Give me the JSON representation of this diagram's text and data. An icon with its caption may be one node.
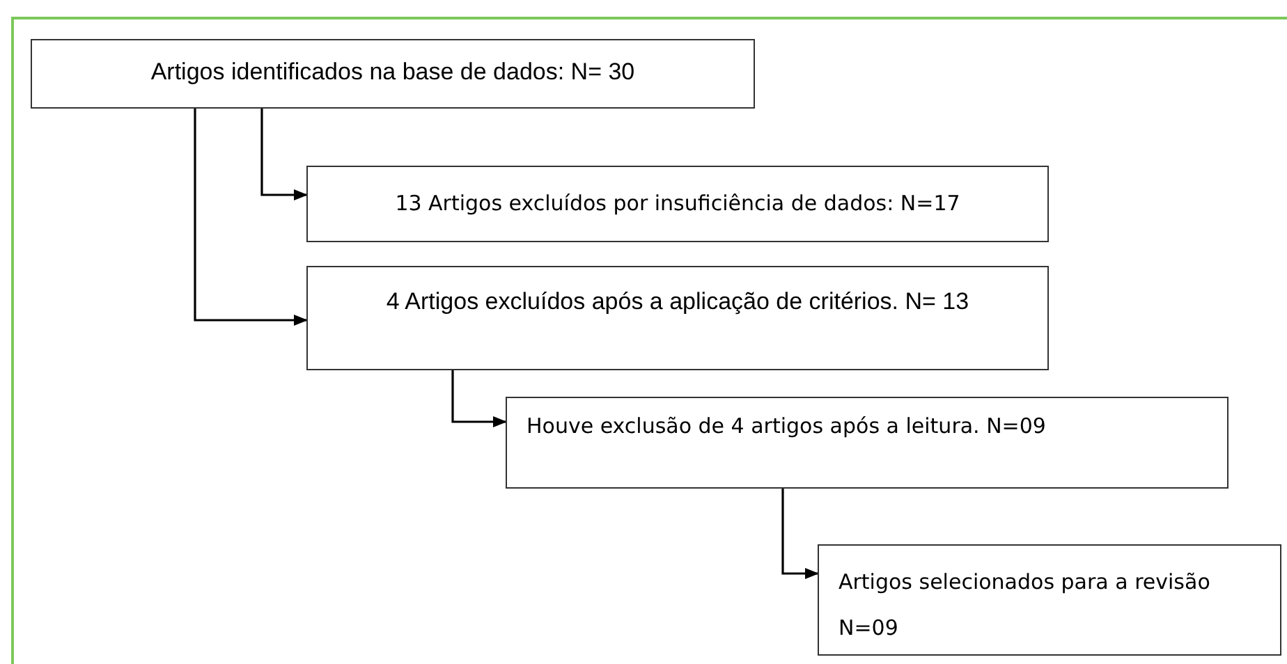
{
  "diagram": {
    "nodes": [
      {
        "text": [
          "Artigos identificados na base de dados: N= 30"
        ]
      },
      {
        "text": [
          "13 Artigos excluídos por insuficiência de dados: N=17"
        ]
      },
      {
        "text": [
          "4 Artigos excluídos após a aplicação de critérios. N= 13"
        ]
      },
      {
        "text": [
          "Houve exclusão de 4 artigos após a leitura. N=09"
        ]
      },
      {
        "text": [
          "Artigos selecionados para a revisão N=09"
        ]
      }
    ],
    "edges": [
      {
        "from": 0,
        "to": 2,
        "arrow": "to"
      },
      {
        "from": 0,
        "to": 1,
        "arrow": "to"
      },
      {
        "from": 2,
        "to": 3,
        "arrow": "to"
      },
      {
        "from": 3,
        "to": 4,
        "arrow": "to"
      }
    ]
  }
}
